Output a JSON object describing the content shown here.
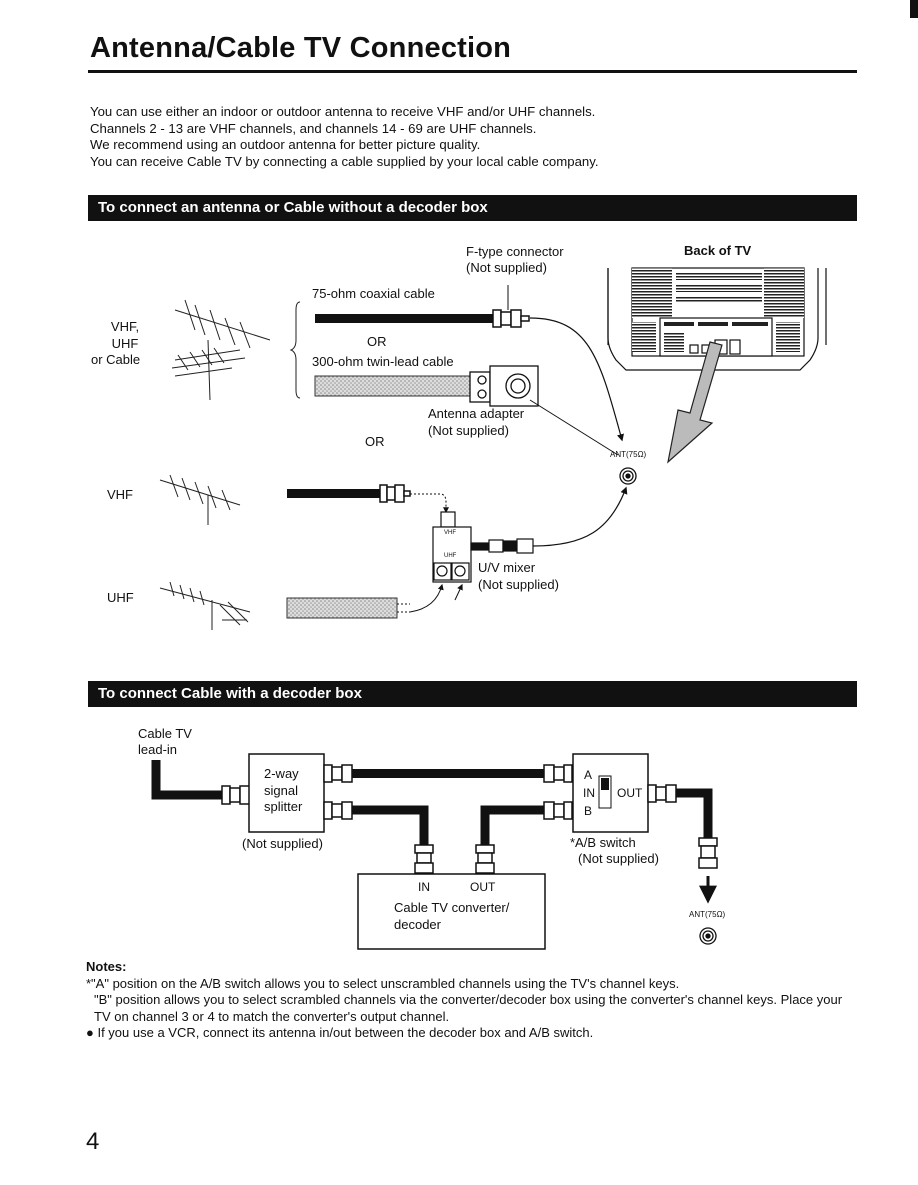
{
  "page": {
    "title": "Antenna/Cable TV Connection",
    "page_number": "4"
  },
  "intro": [
    "You can use either an indoor or outdoor antenna to receive VHF and/or UHF channels.",
    "Channels 2 - 13 are VHF channels, and channels 14 - 69 are UHF channels.",
    "We recommend using an outdoor antenna for better picture quality.",
    "You can receive Cable TV by connecting a cable supplied by your local cable company."
  ],
  "section1": {
    "heading": "To connect an antenna or Cable without a decoder box",
    "vhf_uhf_cable_label": [
      "VHF,",
      "UHF",
      "or Cable"
    ],
    "vhf_label": "VHF",
    "uhf_label": "UHF",
    "f_type_connector": "F-type connector",
    "not_supplied": "(Not supplied)",
    "coax_cable": "75-ohm coaxial cable",
    "or": "OR",
    "twin_lead_cable": "300-ohm twin-lead cable",
    "antenna_adapter": "Antenna adapter",
    "back_of_tv": "Back of TV",
    "ant_jack": "ANT(75Ω)",
    "uv_mixer": "U/V mixer",
    "mixer_vhf": "VHF",
    "mixer_uhf": "UHF"
  },
  "section2": {
    "heading": "To connect Cable with a decoder box",
    "cable_tv_leadin": [
      "Cable TV",
      "lead-in"
    ],
    "splitter": [
      "2-way",
      "signal",
      "splitter"
    ],
    "not_supplied": "(Not supplied)",
    "ab_switch_labels": {
      "a": "A",
      "in": "IN",
      "b": "B",
      "out": "OUT"
    },
    "ab_switch": "*A/B switch",
    "decoder_in": "IN",
    "decoder_out": "OUT",
    "decoder": [
      "Cable TV converter/",
      "decoder"
    ],
    "ant_jack": "ANT(75Ω)"
  },
  "notes": {
    "heading": "Notes:",
    "items": [
      "*\"A\" position on the A/B switch allows you to select unscrambled channels using the TV's channel keys.",
      "\"B\" position allows you to select scrambled channels via the converter/decoder box using the converter's channel keys. Place your TV on channel 3 or 4 to match the converter's output channel.",
      "● If you use a VCR, connect its antenna in/out between the decoder box and A/B switch."
    ]
  }
}
